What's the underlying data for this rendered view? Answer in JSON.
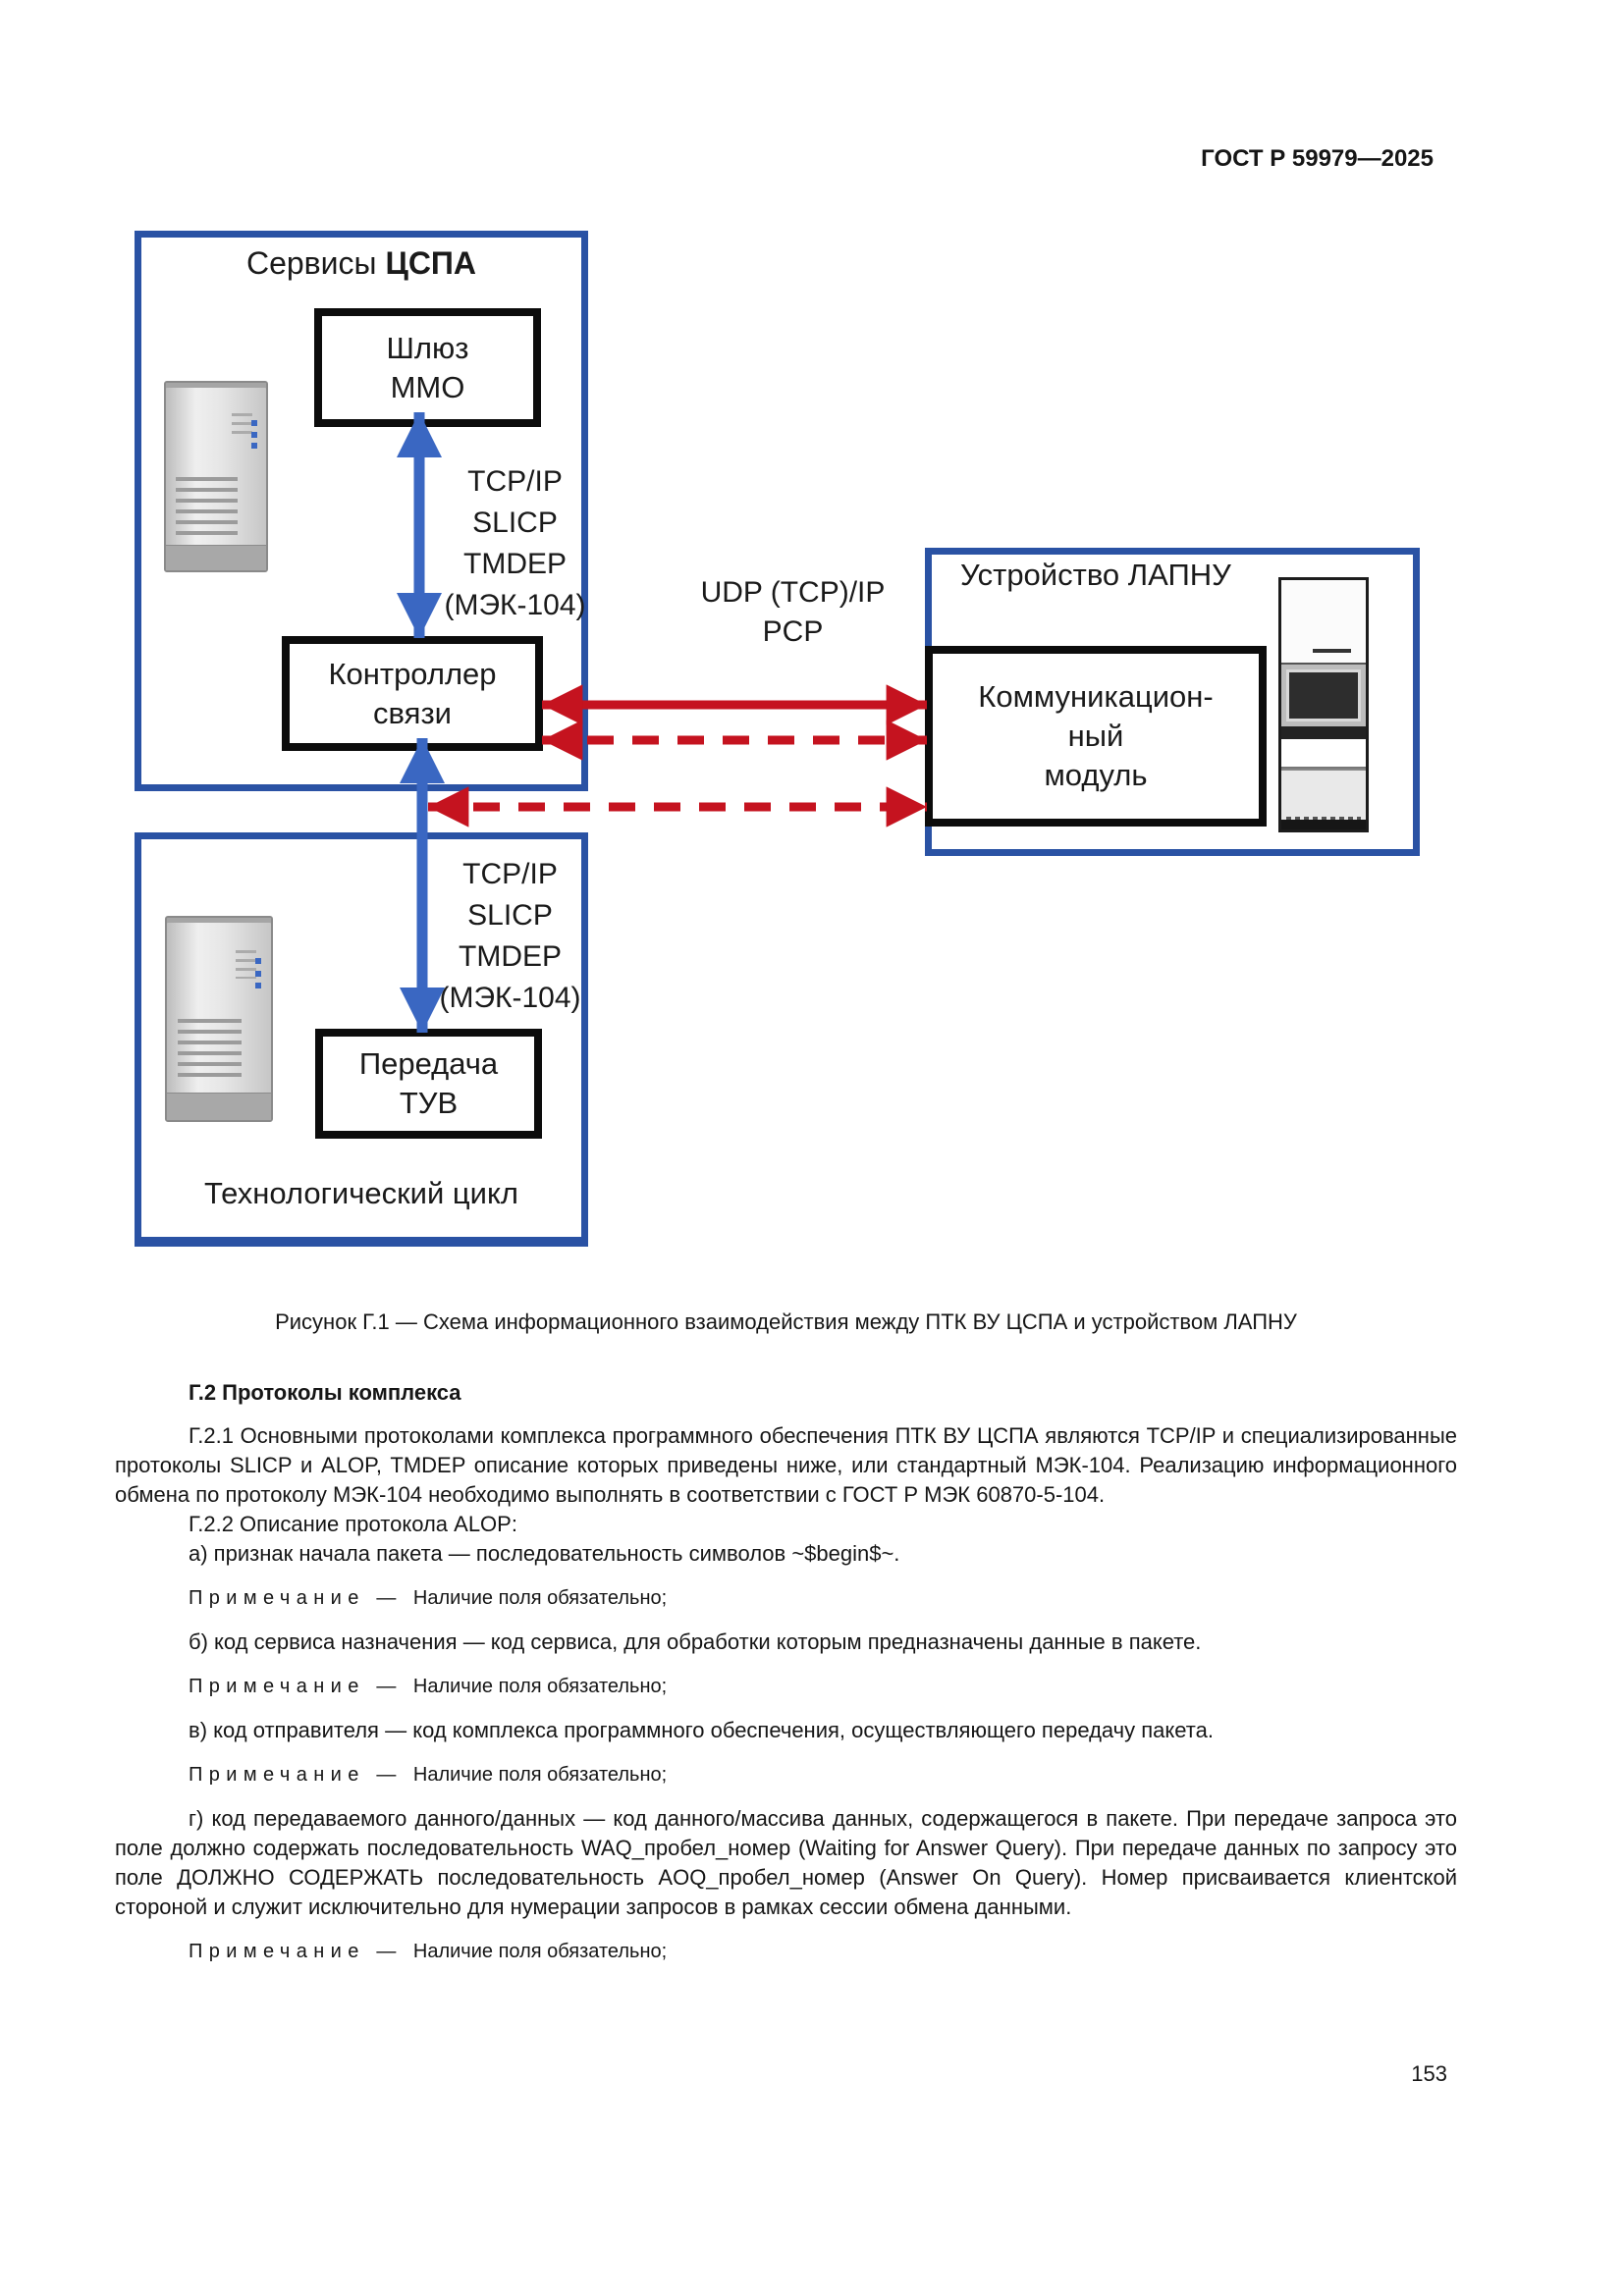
{
  "page": {
    "header": "ГОСТ Р 59979—2025",
    "number": "153"
  },
  "figure": {
    "caption": "Рисунок Г.1 — Схема информационного взаимодействия между ПТК ВУ ЦСПА и устройством ЛАПНУ",
    "cspa": {
      "title_prefix": "Сервисы ",
      "title_bold": "ЦСПА"
    },
    "gateway": {
      "line1": "Шлюз",
      "line2": "ММО"
    },
    "controller": {
      "line1": "Контроллер",
      "line2": "связи"
    },
    "transfer": {
      "line1": "Передача",
      "line2": "ТУВ"
    },
    "cycle_title": "Технологический цикл",
    "lapnu_title": "Устройство ЛАПНУ",
    "comm": {
      "line1": "Коммуникацион-",
      "line2": "ный",
      "line3": "модуль"
    },
    "protocols_top": {
      "l1": "TCP/IP",
      "l2": "SLICP",
      "l3": "TMDEP",
      "l4": "(МЭК-104)"
    },
    "protocols_bottom": {
      "l1": "TCP/IP",
      "l2": "SLICP",
      "l3": "TMDEP",
      "l4": "(МЭК-104)"
    },
    "udp": {
      "line1": "UDP (TCP)/IP",
      "line2": "PCP"
    }
  },
  "content": {
    "heading": "Г.2 Протоколы комплекса",
    "p_g21": "Г.2.1 Основными протоколами комплекса программного обеспечения ПТК ВУ ЦСПА являются TCP/IP и специализированные протоколы SLICP и ALOP, TMDEP описание которых приведены ниже, или стандартный МЭК-104. Реализацию информационного обмена по протоколу МЭК-104 необходимо выполнять в соответствии с ГОСТ Р МЭК 60870-5-104.",
    "p_g22": "Г.2.2 Описание протокола ALOP:",
    "item_a": "а) признак начала пакета — последовательность символов ~$begin$~.",
    "item_b": "б) код сервиса назначения — код сервиса, для обработки которым предназначены данные в пакете.",
    "item_v": "в) код отправителя — код комплекса программного обеспечения, осуществляющего передачу пакета.",
    "item_g": "г) код передаваемого данного/данных — код данного/массива данных, содержащегося в пакете. При передаче запроса это поле должно содержать последовательность WAQ_пробел_номер (Waiting for Answer Query). При передаче данных по запросу это поле ДОЛЖНО СОДЕРЖАТЬ последовательность AOQ_пробел_номер (Answer On Query). Номер присваивается клиентской стороной и служит исключительно для нумерации запросов в рамках сессии обмена данными.",
    "note": {
      "label": "Примечание",
      "dash": "—",
      "text": "Наличие поля обязательно;"
    }
  },
  "colors": {
    "blue_border": "#2a52a4",
    "blue_arrow": "#3a67c2",
    "red_arrow": "#c5131f",
    "black_border": "#0c0c0c"
  }
}
